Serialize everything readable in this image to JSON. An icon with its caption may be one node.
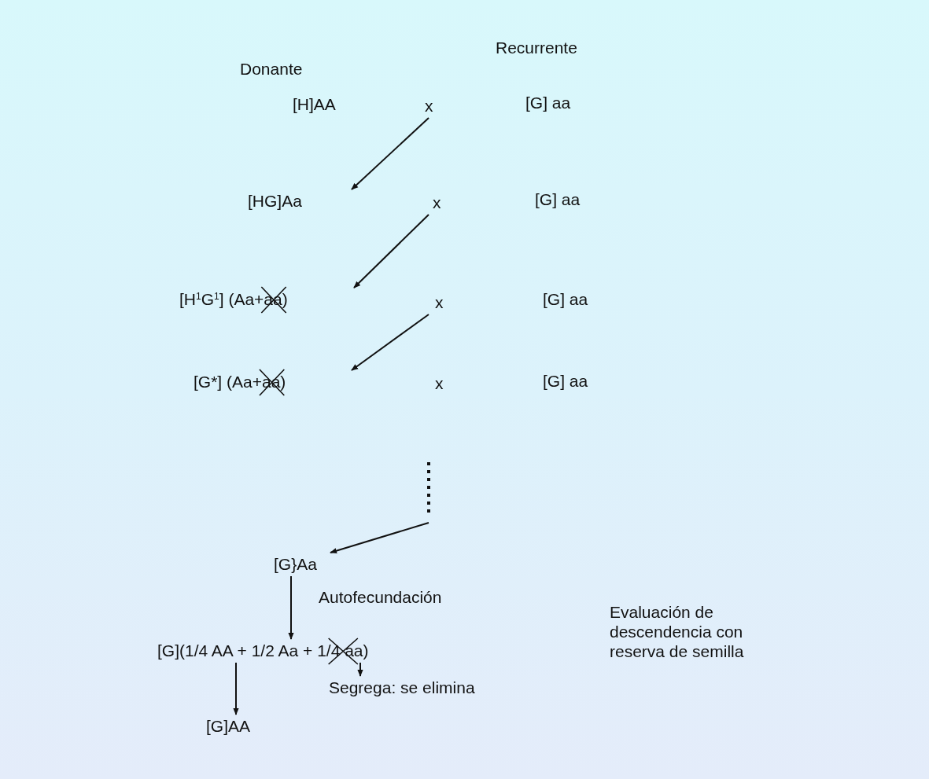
{
  "diagram": {
    "nodes": [
      {
        "text": [
          "[H]AA"
        ]
      },
      {
        "text": [
          "x"
        ]
      },
      {
        "text": [
          "[G] aa"
        ]
      },
      {
        "text": [
          "[HG]Aa"
        ]
      },
      {
        "text": [
          "x"
        ]
      },
      {
        "text": [
          "[G] aa"
        ]
      },
      {
        "text": [
          "[H$^{1}$G$^{1}$] (Aa+aa)"
        ]
      },
      {
        "text": [
          "x"
        ]
      },
      {
        "text": [
          "[G] aa"
        ]
      },
      {
        "text": [
          "[G*] (Aa+aa)"
        ]
      },
      {
        "text": [
          "x"
        ]
      },
      {
        "text": [
          "[G] aa"
        ]
      },
      {
        "text": [
          "[G}Aa"
        ]
      },
      {
        "text": [
          "[G](1/4 AA + 1/2 Aa + 1/4 aa)"
        ]
      },
      {
        "text": [
          "Segrega: se elimina"
        ]
      },
      {
        "text": [
          "[G]AA"
        ]
      }
    ],
    "edges": [
      {
        "from": 1,
        "to": 3,
        "arrow": "to"
      },
      {
        "from": 4,
        "to": 6,
        "arrow": "to"
      },
      {
        "from": 7,
        "to": 9,
        "arrow": "to"
      },
      {
        "from": null,
        "to": 12,
        "arrow": "to"
      },
      {
        "from": 12,
        "to": 13,
        "arrow": "to",
        "label": "Autofecundación"
      },
      {
        "from": 13,
        "to": 15,
        "arrow": "to"
      },
      {
        "from": 13,
        "to": 14,
        "arrow": "to"
      }
    ],
    "labels": [
      "Donante",
      "Recurrente",
      "Evaluación de descendencia con reserva de semilla"
    ]
  }
}
